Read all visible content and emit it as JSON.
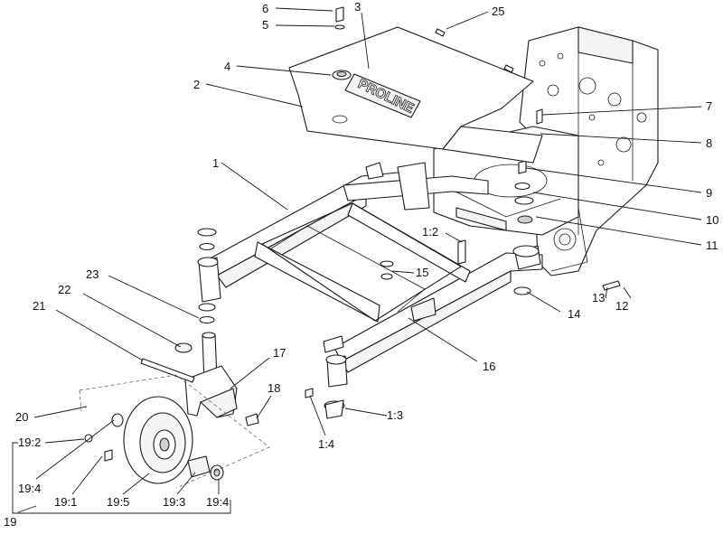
{
  "callouts": [
    {
      "id": "c-6",
      "text": "6"
    },
    {
      "id": "c-5",
      "text": "5"
    },
    {
      "id": "c-3",
      "text": "3"
    },
    {
      "id": "c-25",
      "text": "25"
    },
    {
      "id": "c-4",
      "text": "4"
    },
    {
      "id": "c-2",
      "text": "2"
    },
    {
      "id": "c-7",
      "text": "7"
    },
    {
      "id": "c-8",
      "text": "8"
    },
    {
      "id": "c-1",
      "text": "1"
    },
    {
      "id": "c-9",
      "text": "9"
    },
    {
      "id": "c-10",
      "text": "10"
    },
    {
      "id": "c-11",
      "text": "11"
    },
    {
      "id": "c-1-2",
      "text": "1:2"
    },
    {
      "id": "c-15",
      "text": "15"
    },
    {
      "id": "c-23",
      "text": "23"
    },
    {
      "id": "c-13",
      "text": "13"
    },
    {
      "id": "c-12",
      "text": "12"
    },
    {
      "id": "c-14",
      "text": "14"
    },
    {
      "id": "c-22",
      "text": "22"
    },
    {
      "id": "c-21",
      "text": "21"
    },
    {
      "id": "c-17",
      "text": "17"
    },
    {
      "id": "c-16",
      "text": "16"
    },
    {
      "id": "c-18",
      "text": "18"
    },
    {
      "id": "c-20",
      "text": "20"
    },
    {
      "id": "c-1-3",
      "text": "1:3"
    },
    {
      "id": "c-1-4",
      "text": "1:4"
    },
    {
      "id": "c-19-2",
      "text": "19:2"
    },
    {
      "id": "c-19-4a",
      "text": "19:4"
    },
    {
      "id": "c-19-1",
      "text": "19:1"
    },
    {
      "id": "c-19-5",
      "text": "19:5"
    },
    {
      "id": "c-19-3",
      "text": "19:3"
    },
    {
      "id": "c-19-4b",
      "text": "19:4"
    },
    {
      "id": "c-19",
      "text": "19"
    }
  ],
  "logo": {
    "text": "PROLINE"
  }
}
